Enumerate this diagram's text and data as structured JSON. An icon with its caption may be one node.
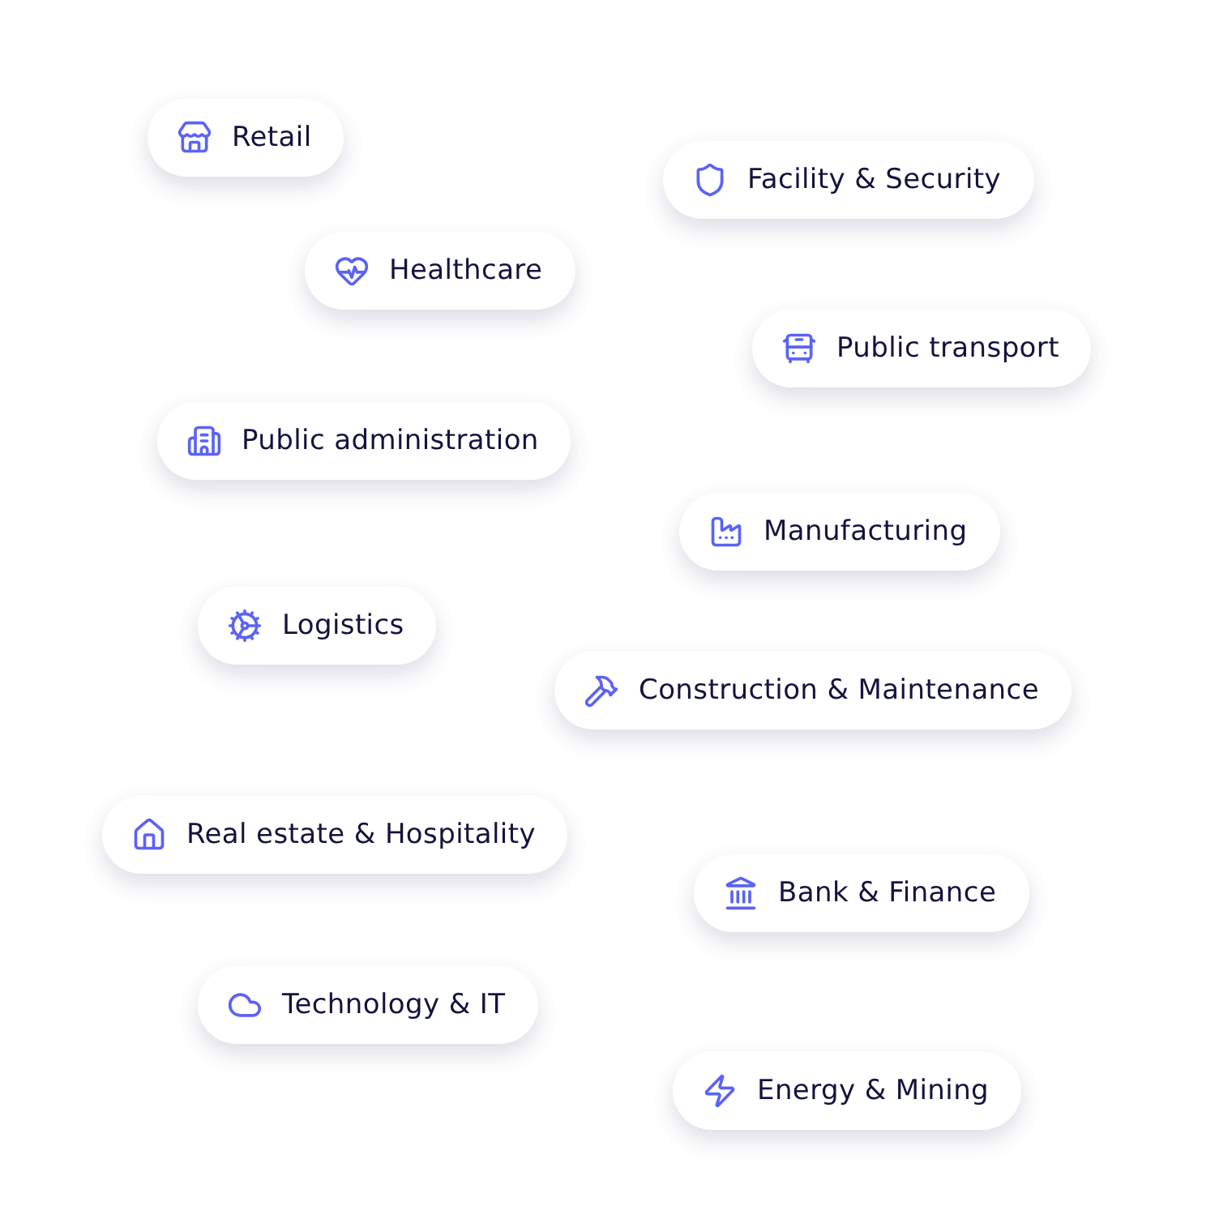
{
  "diagram": {
    "nodes": [
      {
        "text": [
          "Retail"
        ]
      },
      {
        "text": [
          "Facility & Security"
        ]
      },
      {
        "text": [
          "Healthcare"
        ]
      },
      {
        "text": [
          "Public transport"
        ]
      },
      {
        "text": [
          "Public administration"
        ]
      },
      {
        "text": [
          "Manufacturing"
        ]
      },
      {
        "text": [
          "Logistics"
        ]
      },
      {
        "text": [
          "Construction & Maintenance"
        ]
      },
      {
        "text": [
          "Real estate & Hospitality"
        ]
      },
      {
        "text": [
          "Bank & Finance"
        ]
      },
      {
        "text": [
          "Technology & IT"
        ]
      },
      {
        "text": [
          "Energy & Mining"
        ]
      }
    ]
  }
}
